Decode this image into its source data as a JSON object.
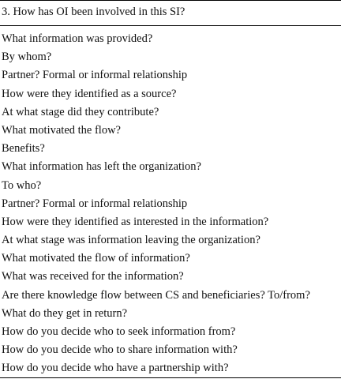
{
  "table": {
    "header": "3. How has OI been involved in this SI?",
    "rows": [
      "What information was provided?",
      "By whom?",
      "Partner? Formal or informal relationship",
      "How were they identified as a source?",
      "At what stage did they contribute?",
      "What motivated the flow?",
      "Benefits?",
      "What information has left the organization?",
      "To who?",
      "Partner? Formal or informal relationship",
      "How were they identified as interested in the information?",
      "At what stage was information leaving the organization?",
      "What motivated the flow of information?",
      "What was received for the information?",
      "Are there knowledge flow between CS and beneficiaries? To/from?",
      "What do they get in return?",
      "How do you decide who to seek information from?",
      "How do you decide who to share information with?",
      "How do you decide who have a partnership with?"
    ]
  }
}
